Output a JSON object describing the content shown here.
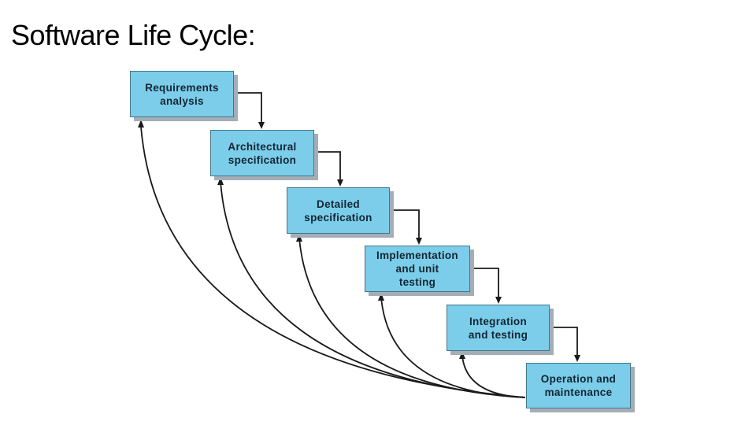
{
  "slide": {
    "title": "Software Life Cycle:"
  },
  "diagram": {
    "type": "waterfall-flowchart",
    "stages": [
      {
        "id": "requirements-analysis",
        "label": "Requirements\nanalysis"
      },
      {
        "id": "architectural-specification",
        "label": "Architectural\nspecification"
      },
      {
        "id": "detailed-specification",
        "label": "Detailed\nspecification"
      },
      {
        "id": "implementation-unit-testing",
        "label": "Implementation\nand unit\ntesting"
      },
      {
        "id": "integration-testing",
        "label": "Integration\nand testing"
      },
      {
        "id": "operation-maintenance",
        "label": "Operation and\nmaintenance"
      }
    ],
    "forward_edges": [
      [
        0,
        1
      ],
      [
        1,
        2
      ],
      [
        2,
        3
      ],
      [
        3,
        4
      ],
      [
        4,
        5
      ]
    ],
    "feedback_edges": [
      [
        5,
        0
      ],
      [
        5,
        1
      ],
      [
        5,
        2
      ],
      [
        5,
        3
      ],
      [
        5,
        4
      ]
    ]
  },
  "colors": {
    "box_fill": "#7bcde9",
    "box_border": "#44758c",
    "box_shadow": "#a3aeb6",
    "box_text": "#132535",
    "arrow": "#1a1a1a",
    "title_text": "#000000",
    "background": "#ffffff"
  }
}
